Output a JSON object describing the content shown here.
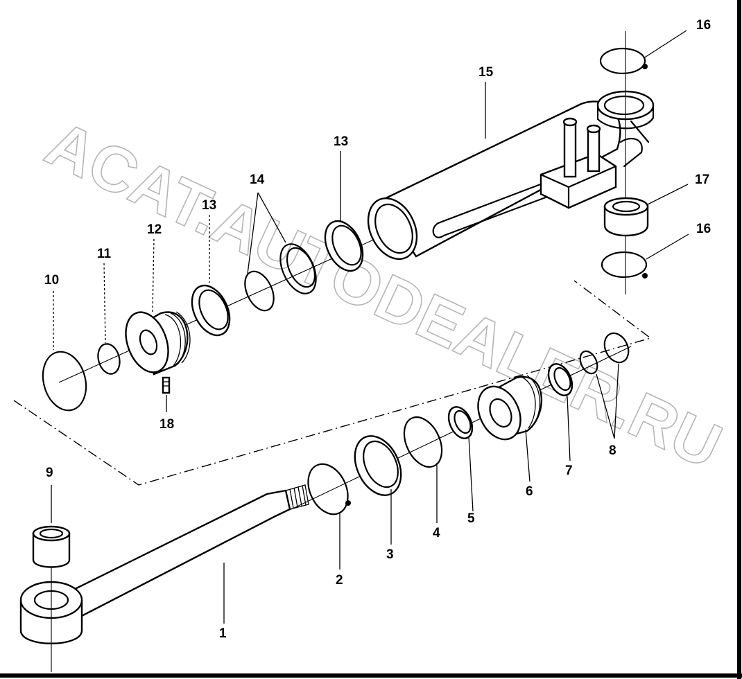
{
  "labels": {
    "p1": "1",
    "p2": "2",
    "p3": "3",
    "p4": "4",
    "p5": "5",
    "p6": "6",
    "p7": "7",
    "p8": "8",
    "p9": "9",
    "p10": "10",
    "p11": "11",
    "p12": "12",
    "p13a": "13",
    "p13b": "13",
    "p14": "14",
    "p15": "15",
    "p16a": "16",
    "p16b": "16",
    "p17": "17",
    "p18": "18"
  },
  "watermark": "ACAT.AUTODEALER.RU"
}
